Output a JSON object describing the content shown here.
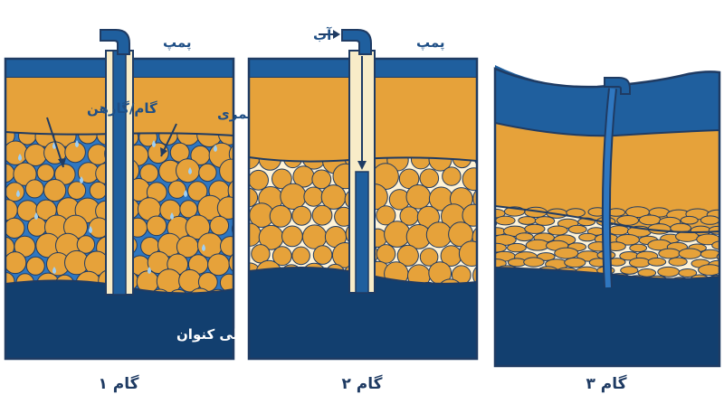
{
  "panels": [
    {
      "id": "step1",
      "caption": "گام ۱",
      "labels": {
        "pump": "پمپ",
        "sediment": "گام/گارهن",
        "water": "آب سمری",
        "bedrock": "هامیزالی کنوان"
      }
    },
    {
      "id": "step2",
      "caption": "گام ۲",
      "labels": {
        "pump": "پمپ",
        "water_in": "آب"
      }
    },
    {
      "id": "step3",
      "caption": "گام ۳",
      "labels": {}
    }
  ],
  "colors": {
    "dark_blue": "#123f6f",
    "mid_blue": "#1f5f9e",
    "water_blue": "#2f77c0",
    "sand": "#e6a23a",
    "pore": "#fff3d6",
    "outline": "#1f3b63",
    "casing": "#f8ecc8"
  }
}
